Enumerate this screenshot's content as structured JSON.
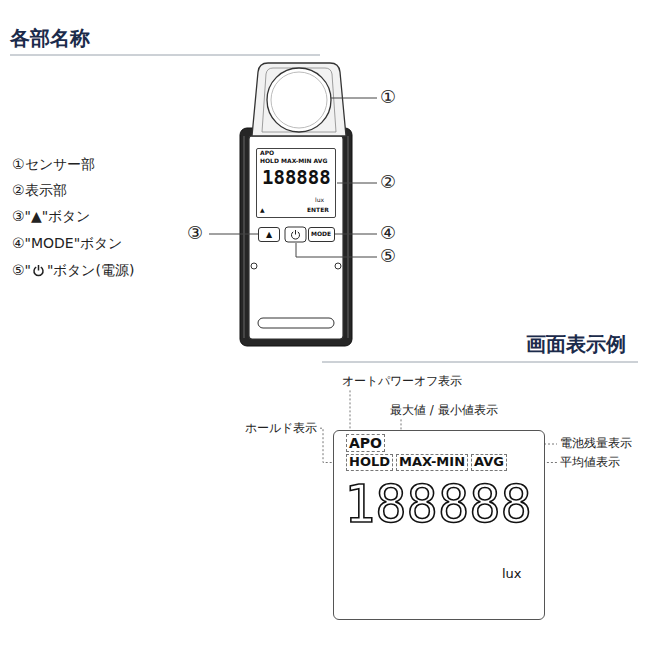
{
  "diagram": {
    "title": "各部名称",
    "nodes": [
      {
        "text": [
          "APO",
          "HOLD MAX-MIN AVG",
          "188888",
          "▲",
          "lux",
          "ENTER"
        ]
      },
      {
        "text": [
          "▲"
        ]
      },
      {
        "text": [
          "MODE"
        ]
      },
      {
        "text": [
          "APO",
          "HOLD",
          "MAX-MIN",
          "AVG",
          "188888",
          "lux"
        ]
      }
    ],
    "labels": [
      "①センサー部",
      "②表示部",
      "③\"▲\"ボタン",
      "④\"MODE\"ボタン",
      "⑤\"",
      "\"ボタン(電源)",
      "①",
      "②",
      "③",
      "④",
      "⑤",
      "画面表示例",
      "オートパワーオフ表示",
      "最大値 / 最小値表示",
      "ホールド表示",
      "電池残量表示",
      "平均値表示"
    ]
  }
}
